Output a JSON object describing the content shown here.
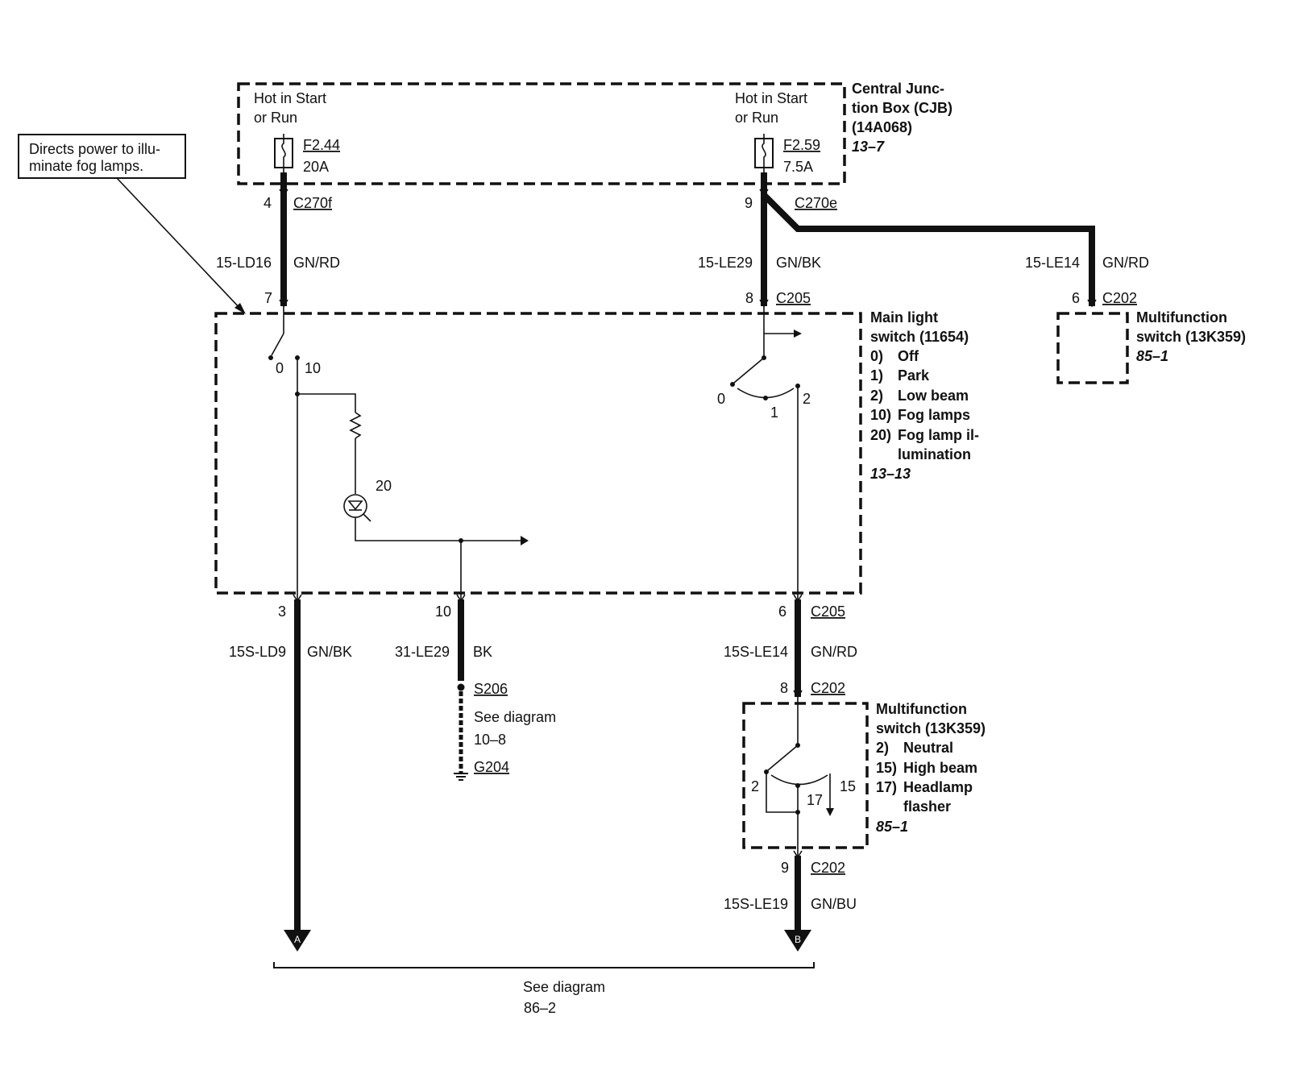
{
  "callout": {
    "line1": "Directs power to illu-",
    "line2": "minate fog lamps."
  },
  "cjb": {
    "title1": "Central Junc-",
    "title2": "tion Box (CJB)",
    "title3": "(14A068)",
    "ref": "13–7",
    "left_hot1": "Hot in Start",
    "left_hot2": "or Run",
    "right_hot1": "Hot in Start",
    "right_hot2": "or Run",
    "fuse_left_name": "F2.44",
    "fuse_left_rating": "20A",
    "fuse_right_name": "F2.59",
    "fuse_right_rating": "7.5A"
  },
  "connectors": {
    "c270f_pin": "4",
    "c270f": "C270f",
    "c270e_pin": "9",
    "c270e": "C270e",
    "c205_top_left_pin": "7",
    "c205_top_right_pin": "8",
    "c205_top": "C205",
    "c202_top_pin": "6",
    "c202_top": "C202",
    "bottom_pin_3": "3",
    "bottom_pin_10": "10",
    "bottom_pin_6": "6",
    "c205_bottom": "C205",
    "mfs_in_pin": "8",
    "c202_mid": "C202",
    "mfs_out_pin": "9",
    "c202_bottom": "C202"
  },
  "wires": {
    "w1_code": "15-LD16",
    "w1_color": "GN/RD",
    "w2_code": "15-LE29",
    "w2_color": "GN/BK",
    "w3_code": "15-LE14",
    "w3_color": "GN/RD",
    "w4_code": "15S-LD9",
    "w4_color": "GN/BK",
    "w5_code": "31-LE29",
    "w5_color": "BK",
    "w6_code": "15S-LE14",
    "w6_color": "GN/RD",
    "w7_code": "15S-LE19",
    "w7_color": "GN/BU"
  },
  "main_switch": {
    "title1": "Main light",
    "title2": "switch (11654)",
    "pos0_num": "0)",
    "pos0": "Off",
    "pos1_num": "1)",
    "pos1": "Park",
    "pos2_num": "2)",
    "pos2": "Low beam",
    "pos10_num": "10)",
    "pos10": "Fog lamps",
    "pos20_num": "20)",
    "pos20a": "Fog lamp il-",
    "pos20b": "lumination",
    "ref": "13–13",
    "sw_left_0": "0",
    "sw_left_10": "10",
    "sw_right_0": "0",
    "sw_right_1": "1",
    "sw_right_2": "2",
    "lamp_label": "20"
  },
  "mfs_top": {
    "title1": "Multifunction",
    "title2": "switch (13K359)",
    "ref": "85–1"
  },
  "mfs_bottom": {
    "title1": "Multifunction",
    "title2": "switch (13K359)",
    "pos2_num": "2)",
    "pos2": "Neutral",
    "pos15_num": "15)",
    "pos15": "High beam",
    "pos17_num": "17)",
    "pos17a": "Headlamp",
    "pos17b": "flasher",
    "ref": "85–1",
    "sw_2": "2",
    "sw_17": "17",
    "sw_15": "15"
  },
  "ground": {
    "splice": "S206",
    "see1": "See diagram",
    "see2": "10–8",
    "ground_id": "G204"
  },
  "arrows": {
    "a": "A",
    "b": "B"
  },
  "footer": {
    "see": "See diagram",
    "ref": "86–2"
  }
}
